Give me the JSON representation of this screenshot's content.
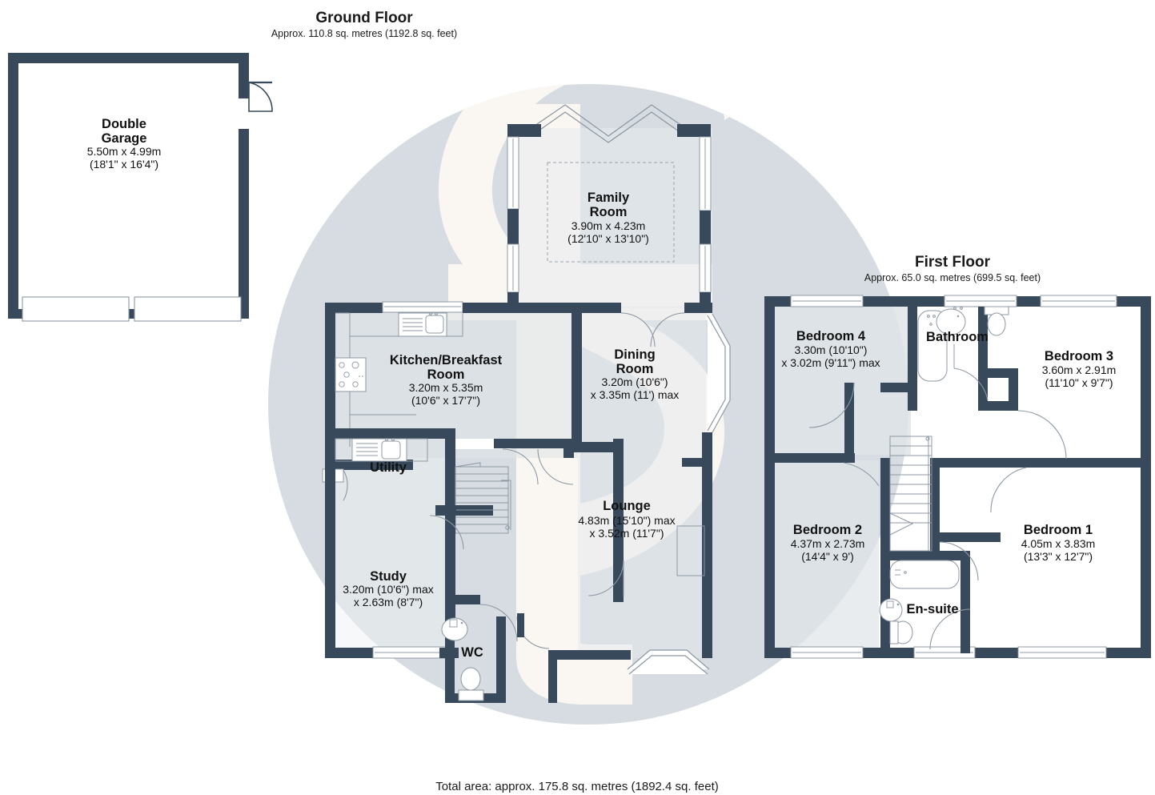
{
  "document": {
    "type": "floor-plan",
    "total_area": "Total area: approx. 175.8 sq. metres (1892.4 sq. feet)"
  },
  "colors": {
    "wall": "#37495a",
    "wall_dark": "#32485a",
    "fixture_line": "#7f8c99",
    "room_fill_shaded": "#dfe3e7",
    "watermark_circle": "#d5dbe0",
    "watermark_letter": "#faf6f1",
    "text": "#111111",
    "background": "#ffffff"
  },
  "floors": [
    {
      "id": "ground",
      "title": "Ground Floor",
      "subtitle": "Approx. 110.8 sq. metres (1192.8 sq. feet)"
    },
    {
      "id": "first",
      "title": "First Floor",
      "subtitle": "Approx. 65.0 sq. metres (699.5 sq. feet)"
    }
  ],
  "rooms": {
    "garage": {
      "name_line1": "Double",
      "name_line2": "Garage",
      "dim_metric": "5.50m x 4.99m",
      "dim_imperial": "(18'1\" x 16'4\")"
    },
    "family_room": {
      "name_line1": "Family",
      "name_line2": "Room",
      "dim_metric": "3.90m x 4.23m",
      "dim_imperial": "(12'10\" x 13'10\")"
    },
    "kitchen_breakfast": {
      "name_line1": "Kitchen/Breakfast",
      "name_line2": "Room",
      "dim_metric": "3.20m x 5.35m",
      "dim_imperial": "(10'6\" x 17'7\")"
    },
    "dining_room": {
      "name_line1": "Dining",
      "name_line2": "Room",
      "dim_metric": "3.20m (10'6\")",
      "dim_imperial": "x 3.35m (11') max"
    },
    "utility": {
      "name": "Utility"
    },
    "lounge": {
      "name": "Lounge",
      "dim_metric": "4.83m (15'10\") max",
      "dim_imperial": "x 3.52m (11'7\")"
    },
    "study": {
      "name": "Study",
      "dim_metric": "3.20m (10'6\") max",
      "dim_imperial": "x 2.63m (8'7\")"
    },
    "wc": {
      "name": "WC"
    },
    "bedroom4": {
      "name": "Bedroom 4",
      "dim_metric": "3.30m (10'10\")",
      "dim_imperial": "x 3.02m (9'11\") max"
    },
    "bathroom": {
      "name": "Bathroom"
    },
    "bedroom3": {
      "name": "Bedroom 3",
      "dim_metric": "3.60m x 2.91m",
      "dim_imperial": "(11'10\" x 9'7\")"
    },
    "bedroom2": {
      "name": "Bedroom 2",
      "dim_metric": "4.37m x 2.73m",
      "dim_imperial": "(14'4\" x 9')"
    },
    "bedroom1": {
      "name": "Bedroom 1",
      "dim_metric": "4.05m x 3.83m",
      "dim_imperial": "(13'3\" x 12'7\")"
    },
    "ensuite": {
      "name": "En-suite"
    }
  },
  "fixtures": {
    "ground": [
      "sink-icon",
      "hob-icon",
      "utility-sink-icon",
      "wc-toilet-icon",
      "wc-basin-icon",
      "staircase-icon"
    ],
    "first": [
      "bath-icon",
      "basin-icon",
      "toilet-icon",
      "ensuite-bath-icon",
      "ensuite-basin-icon",
      "ensuite-toilet-icon",
      "staircase-icon"
    ]
  }
}
